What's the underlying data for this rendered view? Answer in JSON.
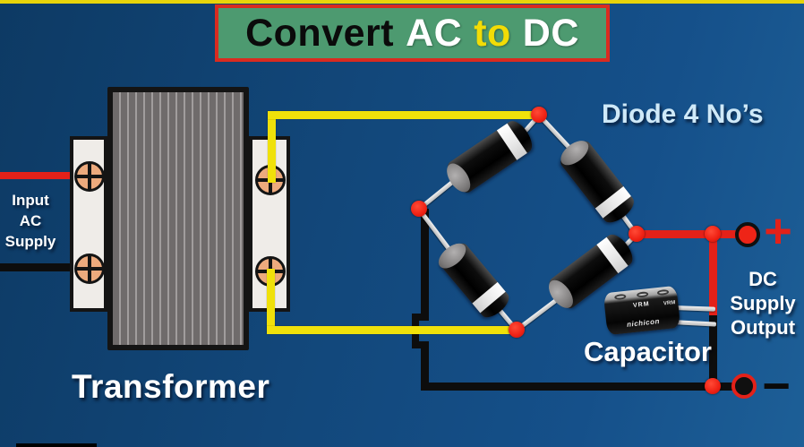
{
  "banner": {
    "word1": "Convert",
    "word2": "AC",
    "word3": "to",
    "word4": "DC"
  },
  "labels": {
    "input_supply": {
      "line1": "Input",
      "line2": "AC",
      "line3": "Supply"
    },
    "transformer": "Transformer",
    "diodes": "Diode 4 No’s",
    "capacitor": "Capacitor",
    "dc_output": {
      "line1": "DC",
      "line2": "Supply",
      "line3": "Output"
    },
    "plus": "+",
    "minus": "−"
  },
  "capacitor_markings": {
    "series": "VRM",
    "brand": "nichicon"
  },
  "colors": {
    "background_blue": "#12477a",
    "top_strip_yellow": "#e8d40a",
    "banner_green": "#4d9a70",
    "banner_border_red": "#d92b20",
    "wire_yellow": "#f0e10a",
    "wire_red": "#e32119",
    "wire_black": "#0d0d0d",
    "junction_dot_red": "#ee2013",
    "diode_label_blue": "#cfe9f8",
    "screw_tan": "#edaa7d"
  }
}
